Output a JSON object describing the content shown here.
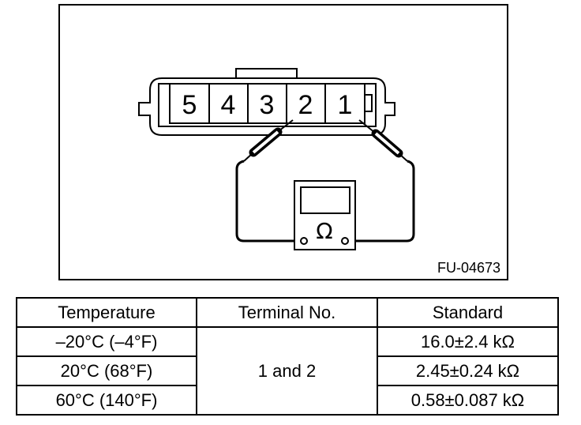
{
  "diagram": {
    "terminals": [
      "5",
      "4",
      "3",
      "2",
      "1"
    ],
    "meter_symbol": "Ω",
    "figure_code": "FU-04673"
  },
  "table": {
    "headers": [
      "Temperature",
      "Terminal No.",
      "Standard"
    ],
    "rows": [
      {
        "temperature": "–20°C (–4°F)",
        "standard": "16.0±2.4 kΩ"
      },
      {
        "temperature": "20°C (68°F)",
        "standard": "2.45±0.24 kΩ"
      },
      {
        "temperature": "60°C (140°F)",
        "standard": "0.58±0.087 kΩ"
      }
    ],
    "terminal_no": "1 and 2"
  }
}
